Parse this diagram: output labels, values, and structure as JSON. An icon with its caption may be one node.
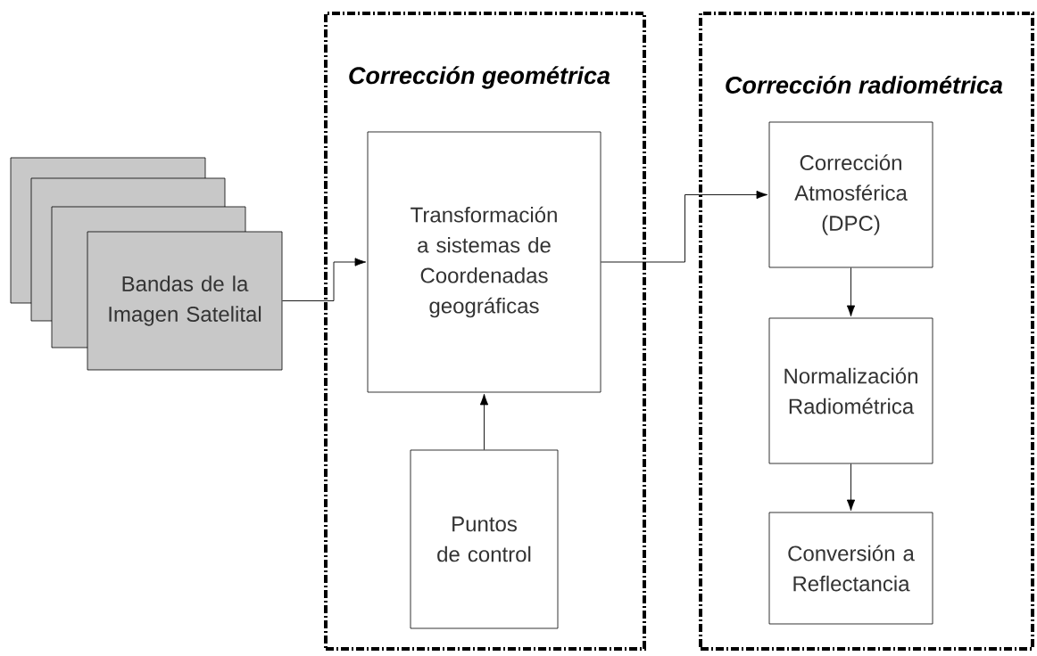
{
  "diagram": {
    "nodes": [
      {
        "text": [
          "Corrección geométrica"
        ]
      },
      {
        "text": [
          "Corrección radiométrica"
        ]
      },
      {
        "text": [
          "Bandas de la Imagen Satelital"
        ]
      },
      {
        "text": [
          "Transformación a sistemas de Coordenadas geográficas"
        ],
        "in": 0
      },
      {
        "text": [
          "Puntos de control"
        ],
        "in": 0
      },
      {
        "text": [
          "Corrección Atmosférica (DPC)"
        ],
        "in": 1
      },
      {
        "text": [
          "Normalización Radiométrica"
        ],
        "in": 1
      },
      {
        "text": [
          "Conversión a Reflectancia"
        ],
        "in": 1
      }
    ],
    "edges": [
      {
        "from": 2,
        "to": 3,
        "arrow": "to"
      },
      {
        "from": 3,
        "to": 5,
        "arrow": "to"
      },
      {
        "from": 4,
        "to": 3,
        "arrow": "to"
      },
      {
        "from": 5,
        "to": 6,
        "arrow": "to"
      },
      {
        "from": 6,
        "to": 7,
        "arrow": "to"
      }
    ]
  }
}
